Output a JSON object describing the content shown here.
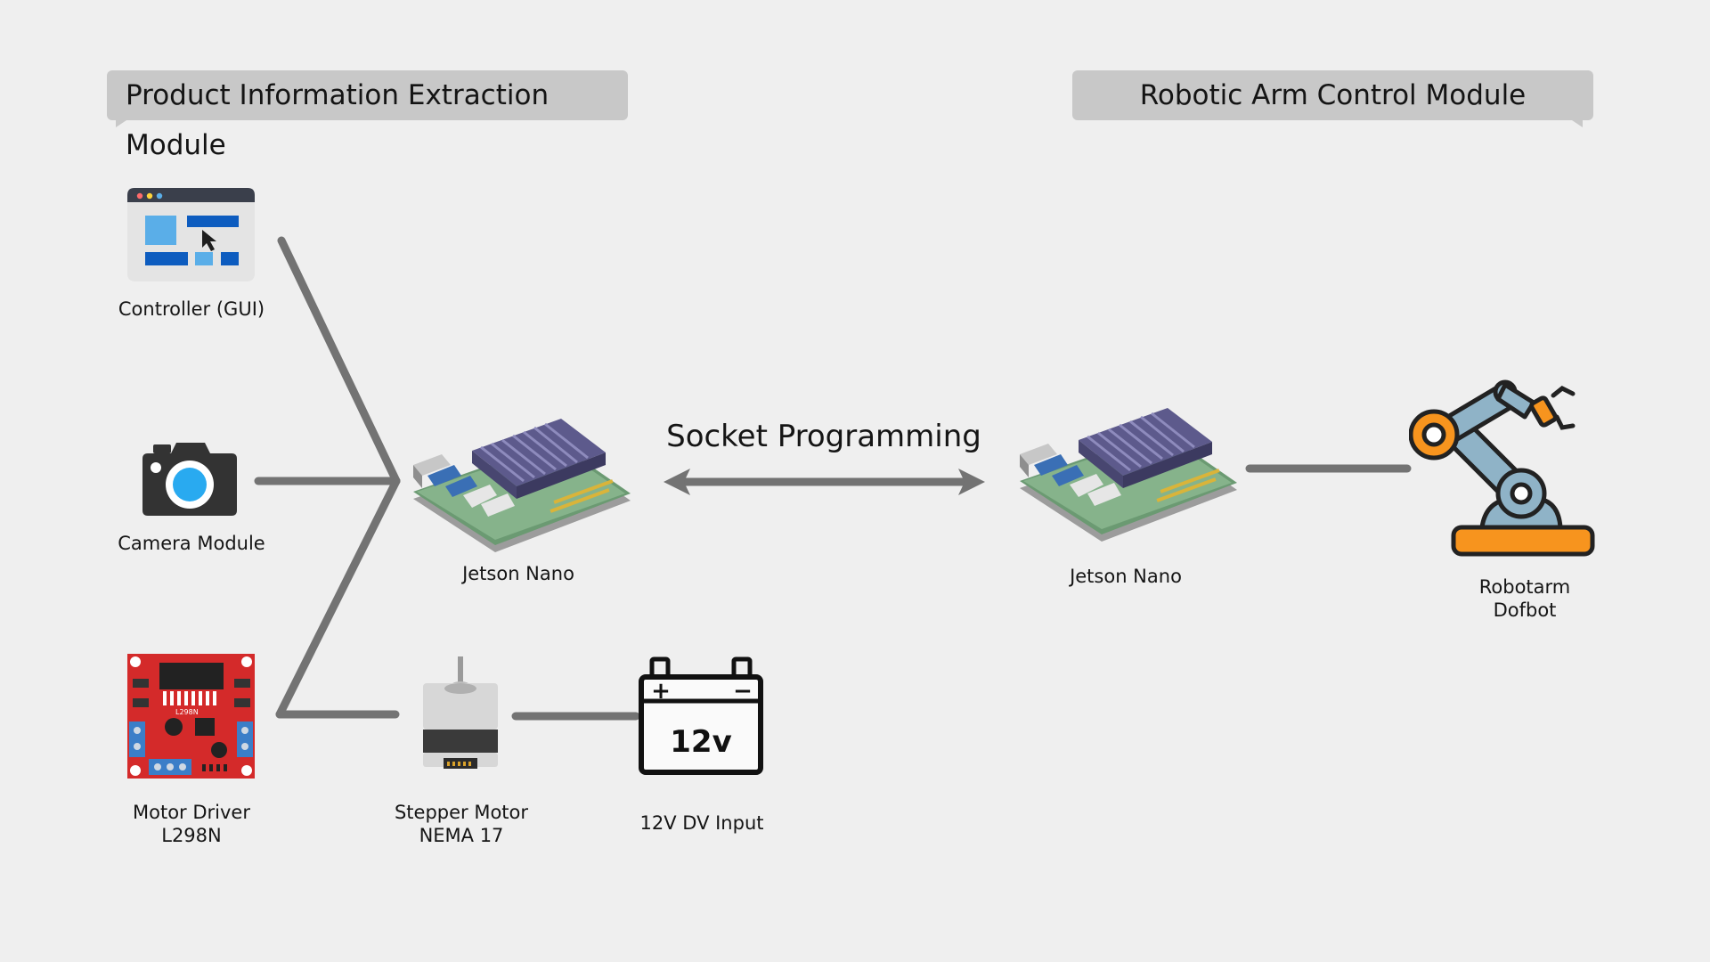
{
  "headers": {
    "left": "Product Information Extraction Module",
    "right": "Robotic Arm Control Module"
  },
  "connection": {
    "label": "Socket Programming"
  },
  "nodes": {
    "controller_gui": {
      "label": "Controller (GUI)"
    },
    "camera": {
      "label": "Camera Module"
    },
    "motor_driver": {
      "line1": "Motor Driver",
      "line2": "L298N",
      "chip_text": "L298N"
    },
    "stepper": {
      "line1": "Stepper Motor",
      "line2": "NEMA 17"
    },
    "battery": {
      "label": "12V DV Input",
      "icon_text": "12v",
      "plus": "+",
      "minus": "−"
    },
    "jetson_left": {
      "label": "Jetson Nano"
    },
    "jetson_right": {
      "label": "Jetson Nano"
    },
    "robot_arm": {
      "line1": "Robotarm",
      "line2": "Dofbot"
    }
  },
  "colors": {
    "background": "#efefef",
    "header_bg": "#c8c8c8",
    "wire": "#737373",
    "gui_blue": "#0d5cbf",
    "gui_light_blue": "#5aaee8",
    "camera_lens": "#29aaf0",
    "driver_red": "#d42a2a",
    "arm_orange": "#f7941e",
    "arm_steel": "#8fb3c7"
  }
}
